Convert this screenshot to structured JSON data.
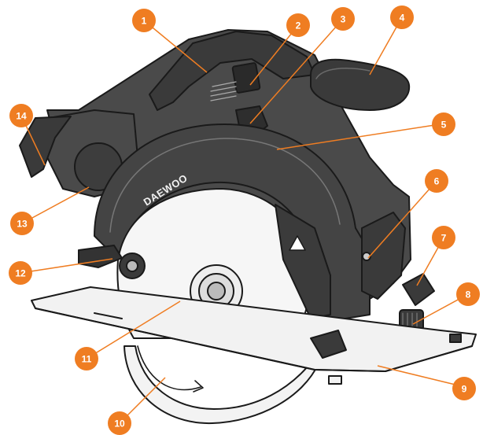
{
  "diagram": {
    "brand_label": "DAEWOO",
    "callout_color": "#ef7d22",
    "body_color": "#4a4a4a",
    "callouts": [
      {
        "label": "1"
      },
      {
        "label": "2"
      },
      {
        "label": "3"
      },
      {
        "label": "4"
      },
      {
        "label": "5"
      },
      {
        "label": "6"
      },
      {
        "label": "7"
      },
      {
        "label": "8"
      },
      {
        "label": "9"
      },
      {
        "label": "10"
      },
      {
        "label": "11"
      },
      {
        "label": "12"
      },
      {
        "label": "13"
      },
      {
        "label": "14"
      }
    ]
  }
}
